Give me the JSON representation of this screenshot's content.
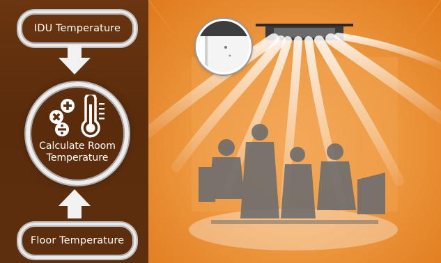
{
  "flow": {
    "top_label": "IDU Temperature",
    "center_label_line1": "Calculate Room",
    "center_label_line2": "Temperature",
    "bottom_label": "Floor Temperature"
  },
  "icons": {
    "calc": "math-operators-icon",
    "thermo": "thermometer-icon",
    "arrow_down": "arrow-down-icon",
    "arrow_up": "arrow-up-icon"
  },
  "colors": {
    "panel_brown": "#5e2f0e",
    "room_orange": "#ee9a42",
    "silhouette_gray": "#6e6e6e"
  }
}
